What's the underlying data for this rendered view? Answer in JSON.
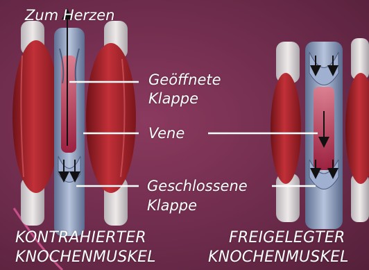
{
  "labels": {
    "top": "Zum Herzen",
    "open_valve_line1": "Geöffnete",
    "open_valve_line2": "Klappe",
    "vein": "Vene",
    "closed_valve_line1": "Geschlossene",
    "closed_valve_line2": "Klappe"
  },
  "captions": {
    "left_line1": "KONTRAHIERTER",
    "left_line2": "KNOCHENMUSKEL",
    "right_line1": "FREIGELEGTER",
    "right_line2": "KNOCHENMUSKEL"
  },
  "colors": {
    "background": "#6e2c4c",
    "muscle": "#a8232b",
    "vein_wall": "#8fa2c4",
    "blood": "#b01838",
    "bone": "#d9d4d6",
    "text": "#ffffff"
  }
}
